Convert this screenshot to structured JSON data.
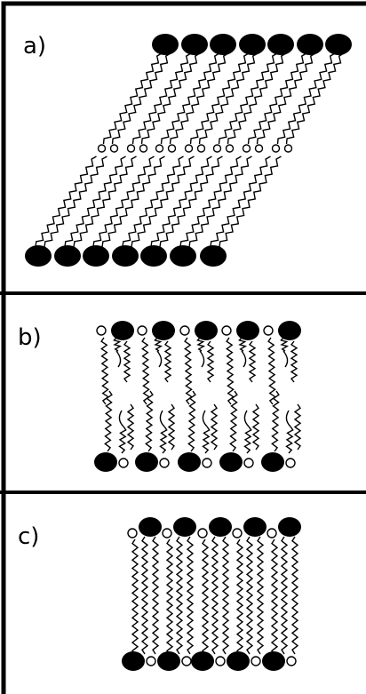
{
  "panels": [
    {
      "id": "a",
      "label": "a)"
    },
    {
      "id": "b",
      "label": "b)"
    },
    {
      "id": "c",
      "label": "c)"
    }
  ]
}
